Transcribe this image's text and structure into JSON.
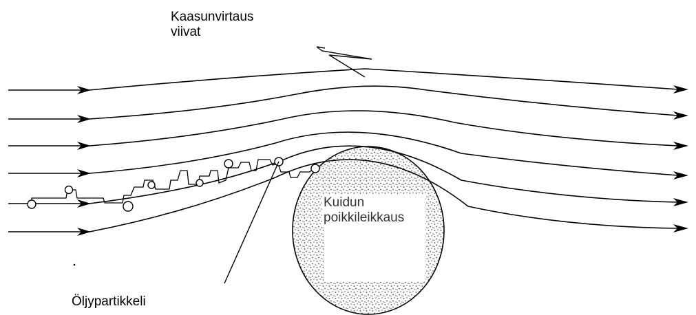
{
  "labels": {
    "gas_flow_line1": "Kaasunvirtaus",
    "gas_flow_line2": "viivat",
    "fiber_line1": "Kuidun",
    "fiber_line2": "poikkileikkaus",
    "oil_particle": "Öljypartikkeli"
  },
  "colors": {
    "line": "#000000",
    "stipple": "#4a4a4a",
    "background": "#ffffff"
  },
  "icons": {
    "arrow": "arrowhead-icon",
    "particle": "oil-droplet-icon"
  }
}
